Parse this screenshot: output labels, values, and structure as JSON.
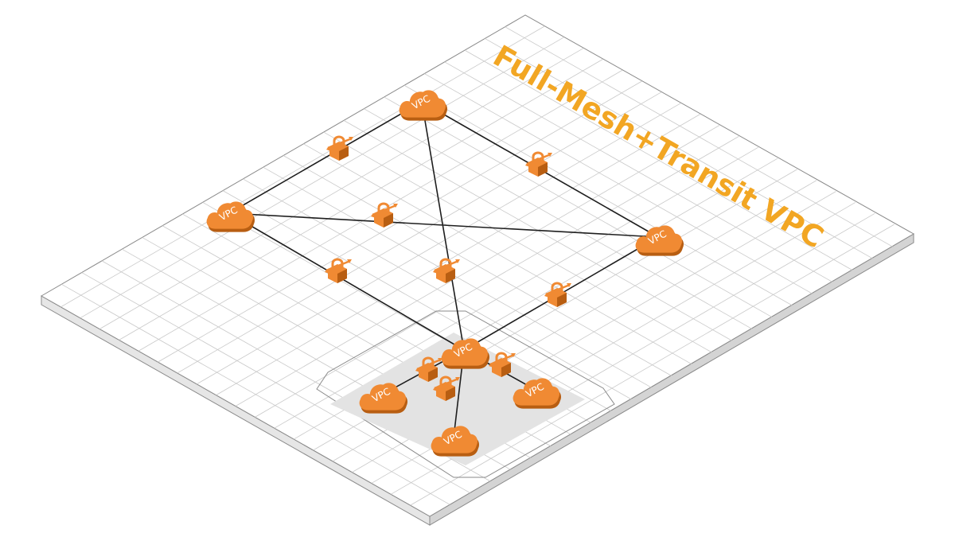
{
  "title": "Full-Mesh+Transit VPC",
  "vpc_label": "VPC",
  "colors": {
    "accent": "#f08a33",
    "accent_dark": "#b85e12",
    "title": "#f2a623",
    "grid_line": "#c9c9c9",
    "platform": "#ffffff",
    "platform_edge": "#8a8a8a",
    "transit_area": "#e3e3e3"
  },
  "icons": {
    "vpc": "cloud-icon",
    "connection": "vpn-gateway-icon"
  },
  "nodes": [
    {
      "id": "vpc-top"
    },
    {
      "id": "vpc-left"
    },
    {
      "id": "vpc-right"
    },
    {
      "id": "vpc-transit-hub"
    },
    {
      "id": "vpc-transit-left"
    },
    {
      "id": "vpc-transit-right"
    },
    {
      "id": "vpc-transit-bottom"
    }
  ],
  "links": [
    {
      "from": "vpc-top",
      "to": "vpc-left"
    },
    {
      "from": "vpc-top",
      "to": "vpc-right"
    },
    {
      "from": "vpc-top",
      "to": "vpc-transit-hub"
    },
    {
      "from": "vpc-left",
      "to": "vpc-right"
    },
    {
      "from": "vpc-left",
      "to": "vpc-transit-hub"
    },
    {
      "from": "vpc-right",
      "to": "vpc-transit-hub"
    },
    {
      "from": "vpc-transit-hub",
      "to": "vpc-transit-left"
    },
    {
      "from": "vpc-transit-hub",
      "to": "vpc-transit-right"
    },
    {
      "from": "vpc-transit-hub",
      "to": "vpc-transit-bottom"
    }
  ]
}
